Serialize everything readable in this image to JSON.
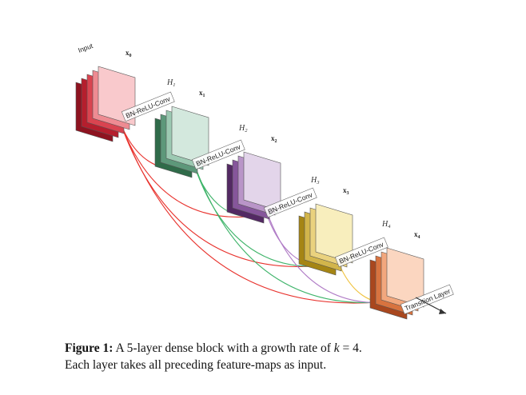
{
  "diagram": {
    "input_label": "Input",
    "conv_label": "BN-ReLU-Conv",
    "transition_label": "Transition Layer",
    "stages": [
      {
        "x_label": "x",
        "x_sub": "0",
        "h_label": "",
        "h_sub": "",
        "colors": [
          "#8e1320",
          "#b51e2d",
          "#d94450",
          "#ee8b92",
          "#f9c9cc"
        ]
      },
      {
        "x_label": "x",
        "x_sub": "1",
        "h_label": "H",
        "h_sub": "1",
        "colors": [
          "#2f6b49",
          "#5d987a",
          "#9cc9b2",
          "#d3e8dd"
        ]
      },
      {
        "x_label": "x",
        "x_sub": "2",
        "h_label": "H",
        "h_sub": "2",
        "colors": [
          "#532963",
          "#86569b",
          "#b995c8",
          "#e3d5ea"
        ]
      },
      {
        "x_label": "x",
        "x_sub": "3",
        "h_label": "H",
        "h_sub": "3",
        "colors": [
          "#a58514",
          "#d2b54b",
          "#ead27e",
          "#f8eebd"
        ]
      },
      {
        "x_label": "x",
        "x_sub": "4",
        "h_label": "H",
        "h_sub": "4",
        "colors": [
          "#a9471e",
          "#d8733f",
          "#f2a77d",
          "#fbd6c0"
        ]
      }
    ],
    "connection_colors": [
      "#e8322d",
      "#3fb46a",
      "#b07cc6",
      "#f0c23d"
    ]
  },
  "caption": {
    "label": "Figure 1:",
    "text_before_k": " A 5-layer dense block with a growth rate of ",
    "k": "k",
    "text_after_k": " = 4.",
    "line2": "Each layer takes all preceding feature-maps as input."
  }
}
